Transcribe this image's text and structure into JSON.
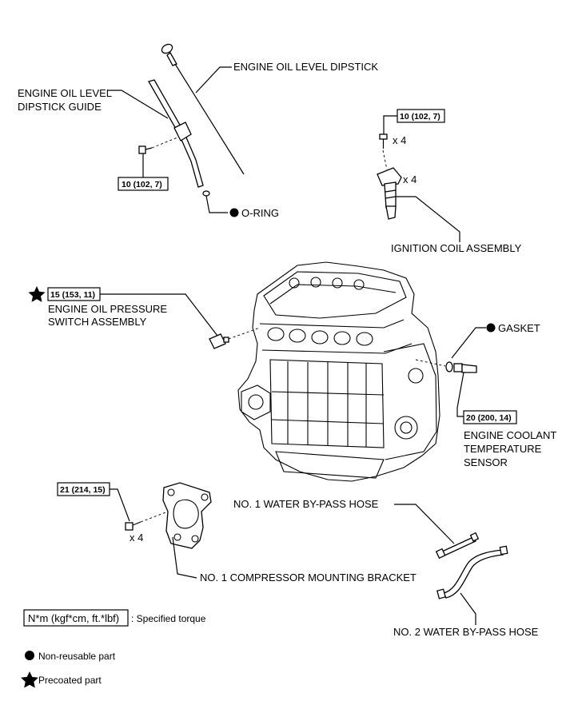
{
  "labels": {
    "dipstick": "ENGINE OIL LEVEL DIPSTICK",
    "dipstick_guide_1": "ENGINE OIL LEVEL",
    "dipstick_guide_2": "DIPSTICK GUIDE",
    "oring": "O-RING",
    "ignition_coil": "IGNITION COIL ASSEMBLY",
    "oil_pressure_1": "ENGINE OIL PRESSURE",
    "oil_pressure_2": "SWITCH ASSEMBLY",
    "gasket": "GASKET",
    "coolant_temp_1": "ENGINE COOLANT",
    "coolant_temp_2": "TEMPERATURE",
    "coolant_temp_3": "SENSOR",
    "water_hose_1": "NO. 1 WATER BY-PASS HOSE",
    "water_hose_2": "NO. 2 WATER BY-PASS HOSE",
    "compressor_bracket": "NO. 1 COMPRESSOR MOUNTING BRACKET"
  },
  "torques": {
    "guide_bolt": "10 (102, 7)",
    "coil_bolt": "10 (102, 7)",
    "oil_pressure": "15 (153, 11)",
    "coolant_temp": "20 (200, 14)",
    "bracket_bolt": "21 (214, 15)"
  },
  "quantities": {
    "coil_bolt": "x 4",
    "coil": "x 4",
    "bracket_bolt": "x 4"
  },
  "legend": {
    "torque_box": "N*m (kgf*cm, ft.*lbf)",
    "torque_text": ": Specified torque",
    "non_reusable": "Non-reusable part",
    "precoated": "Precoated part"
  },
  "icons": {
    "non_reusable": "filled-circle-icon",
    "precoated": "star-icon"
  }
}
